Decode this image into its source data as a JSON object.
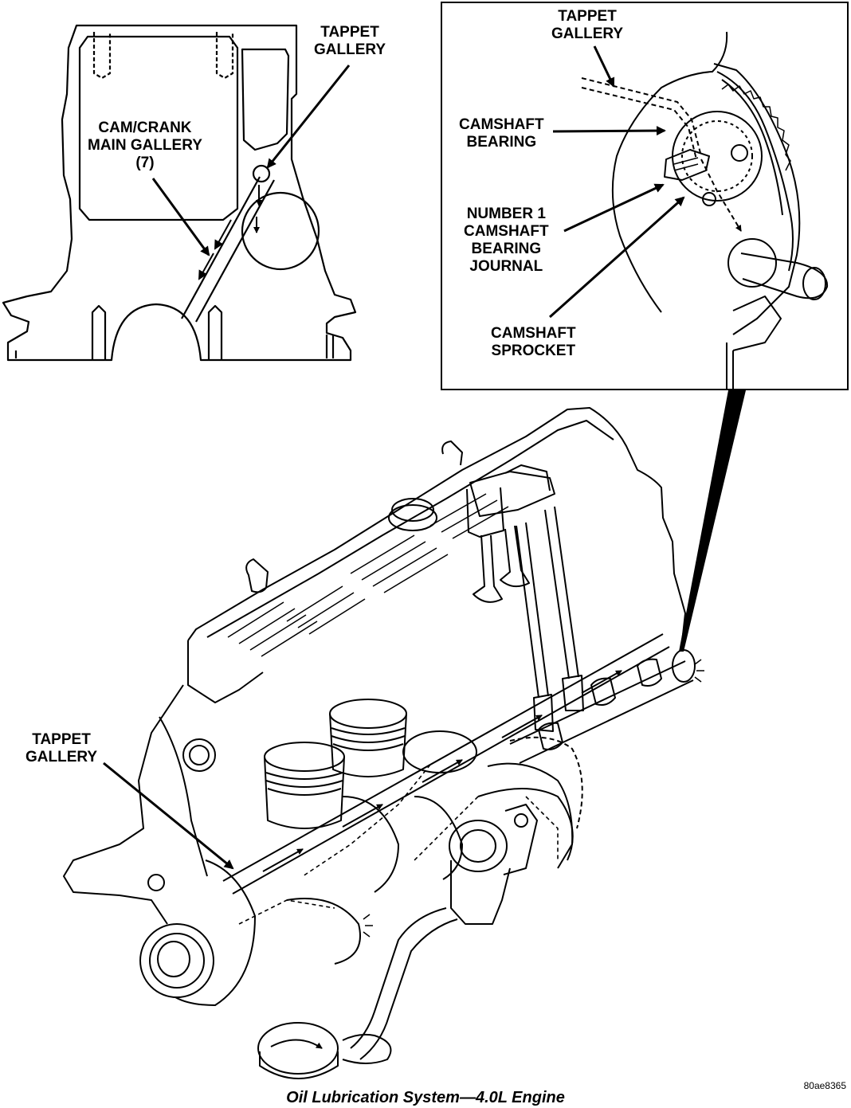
{
  "labels": {
    "block_tappet": [
      "TAPPET",
      "GALLERY"
    ],
    "cam_crank": [
      "CAM/CRANK",
      "MAIN GALLERY",
      "(7)"
    ],
    "inset_tappet": [
      "TAPPET",
      "GALLERY"
    ],
    "camshaft_bearing": [
      "CAMSHAFT",
      "BEARING"
    ],
    "journal": [
      "NUMBER 1",
      "CAMSHAFT",
      "BEARING",
      "JOURNAL"
    ],
    "sprocket": [
      "CAMSHAFT",
      "SPROCKET"
    ],
    "engine_tappet": [
      "TAPPET",
      "GALLERY"
    ]
  },
  "caption": "Oil Lubrication System—4.0L Engine",
  "figure_id": "80ae8365"
}
